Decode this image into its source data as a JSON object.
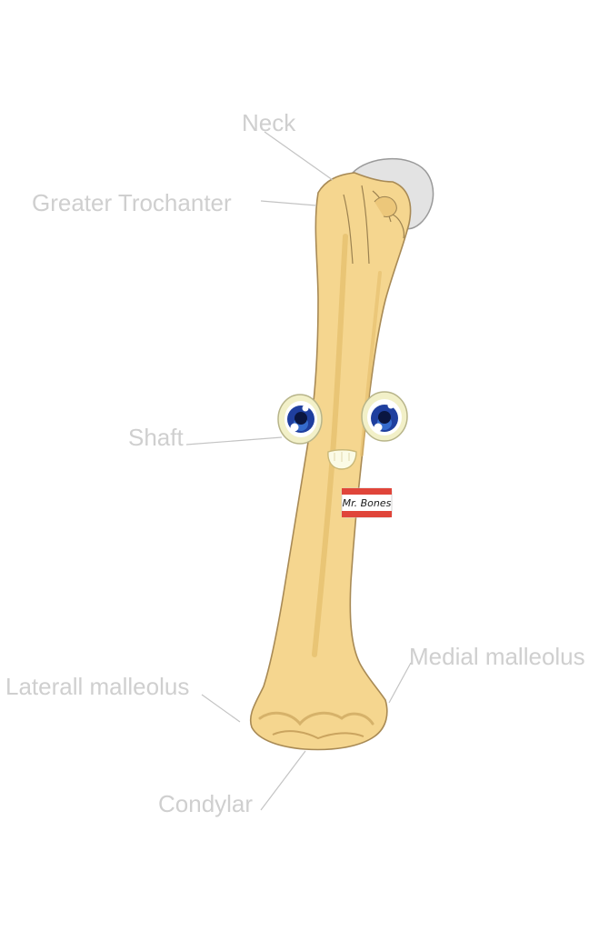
{
  "labels": {
    "neck": "Neck",
    "greater_trochanter": "Greater Trochanter",
    "shaft": "Shaft",
    "medial_malleolus": "Medial malleolus",
    "lateral_malleolus": "Laterall malleolus",
    "condylar": "Condylar"
  },
  "name_tag": {
    "text": "Mr. Bones"
  },
  "colors": {
    "bone_fill": "#f5d68f",
    "bone_shade": "#e4bd6a",
    "bone_outline": "#b89a5c",
    "head_fill": "#e3e3e3",
    "label_color": "#cfcfcf",
    "eye_iris": "#1f3f9e",
    "tag_red": "#e0453a"
  }
}
